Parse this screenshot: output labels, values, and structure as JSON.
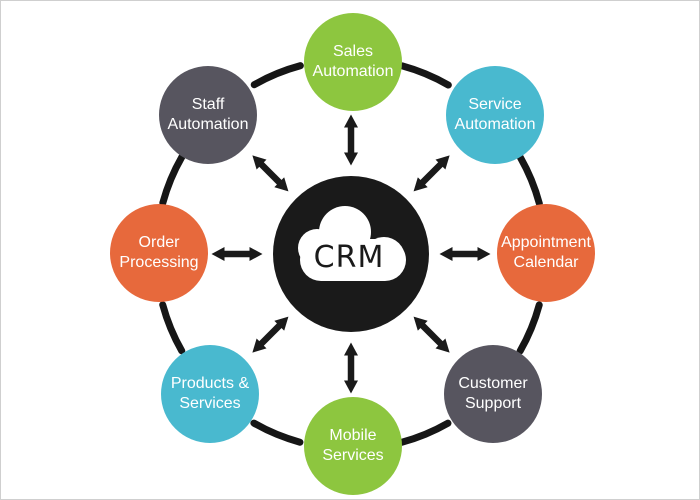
{
  "diagram": {
    "name": "crm-hub-and-spoke-diagram",
    "line_color": "#1a1a1a",
    "ring_color": "#161616"
  },
  "hub": {
    "label": "CRM",
    "color": "#1a1a1a",
    "cloud_color": "#ffffff",
    "text_color": "#1a1a1a",
    "icon": "cloud-icon"
  },
  "node_text_color": "#ffffff",
  "nodes": [
    {
      "id": "sales-automation",
      "line1": "Sales",
      "line2": "Automation",
      "color": "#8dc63f"
    },
    {
      "id": "service-automation",
      "line1": "Service",
      "line2": "Automation",
      "color": "#49b9cf"
    },
    {
      "id": "appointment-calendar",
      "line1": "Appointment",
      "line2": "Calendar",
      "color": "#e7693c"
    },
    {
      "id": "customer-support",
      "line1": "Customer",
      "line2": "Support",
      "color": "#57555f"
    },
    {
      "id": "mobile-services",
      "line1": "Mobile",
      "line2": "Services",
      "color": "#8dc63f"
    },
    {
      "id": "products-services",
      "line1": "Products &",
      "line2": "Services",
      "color": "#49b9cf"
    },
    {
      "id": "order-processing",
      "line1": "Order",
      "line2": "Processing",
      "color": "#e7693c"
    },
    {
      "id": "staff-automation",
      "line1": "Staff",
      "line2": "Automation",
      "color": "#57555f"
    }
  ]
}
